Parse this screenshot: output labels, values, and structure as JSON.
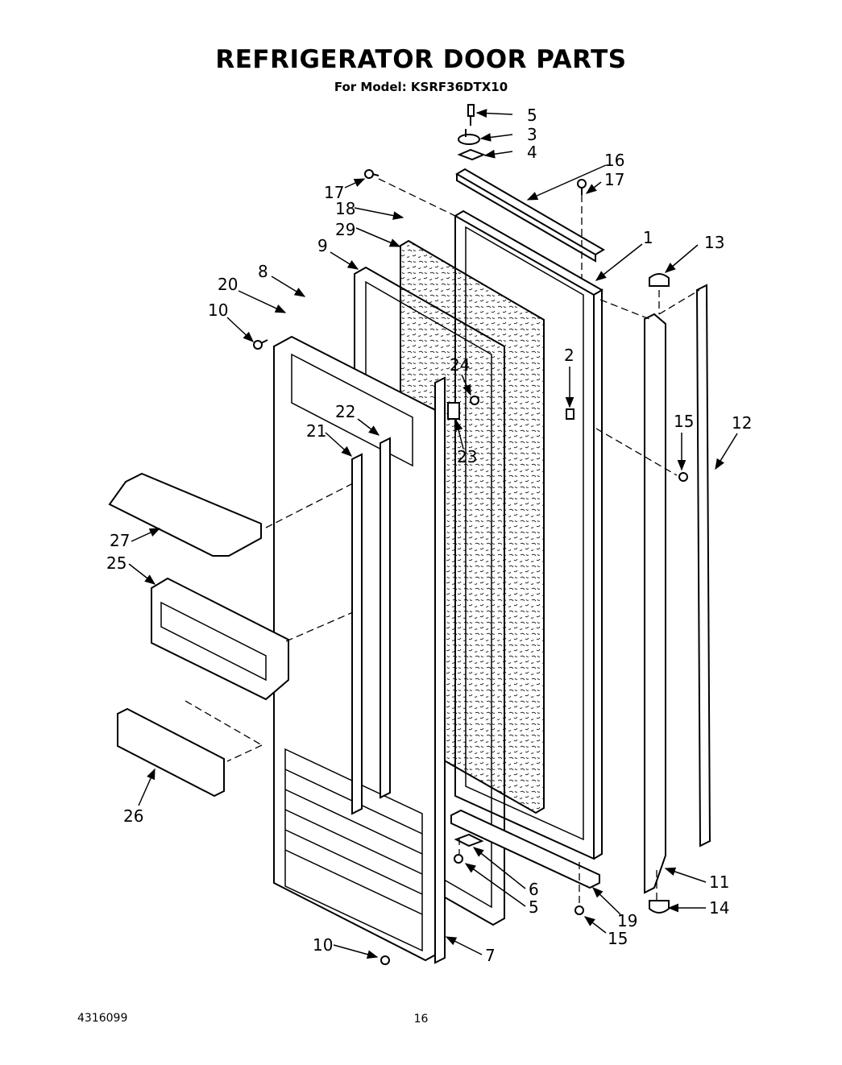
{
  "page": {
    "title": "REFRIGERATOR DOOR PARTS",
    "subtitle": "For Model: KSRF36DTX10",
    "footer_code": "4316099",
    "page_number": "16"
  },
  "callouts": [
    {
      "id": "c5a",
      "text": "5"
    },
    {
      "id": "c3",
      "text": "3"
    },
    {
      "id": "c4",
      "text": "4"
    },
    {
      "id": "c16",
      "text": "16"
    },
    {
      "id": "c17a",
      "text": "17"
    },
    {
      "id": "c17b",
      "text": "17"
    },
    {
      "id": "c18",
      "text": "18"
    },
    {
      "id": "c29",
      "text": "29"
    },
    {
      "id": "c1",
      "text": "1"
    },
    {
      "id": "c13",
      "text": "13"
    },
    {
      "id": "c9",
      "text": "9"
    },
    {
      "id": "c8",
      "text": "8"
    },
    {
      "id": "c20",
      "text": "20"
    },
    {
      "id": "c10a",
      "text": "10"
    },
    {
      "id": "c2",
      "text": "2"
    },
    {
      "id": "c24",
      "text": "24"
    },
    {
      "id": "c15a",
      "text": "15"
    },
    {
      "id": "c12",
      "text": "12"
    },
    {
      "id": "c22",
      "text": "22"
    },
    {
      "id": "c21",
      "text": "21"
    },
    {
      "id": "c23",
      "text": "23"
    },
    {
      "id": "c27",
      "text": "27"
    },
    {
      "id": "c25",
      "text": "25"
    },
    {
      "id": "c26",
      "text": "26"
    },
    {
      "id": "c11",
      "text": "11"
    },
    {
      "id": "c14",
      "text": "14"
    },
    {
      "id": "c6",
      "text": "6"
    },
    {
      "id": "c5b",
      "text": "5"
    },
    {
      "id": "c19",
      "text": "19"
    },
    {
      "id": "c15b",
      "text": "15"
    },
    {
      "id": "c10b",
      "text": "10"
    },
    {
      "id": "c7",
      "text": "7"
    }
  ]
}
